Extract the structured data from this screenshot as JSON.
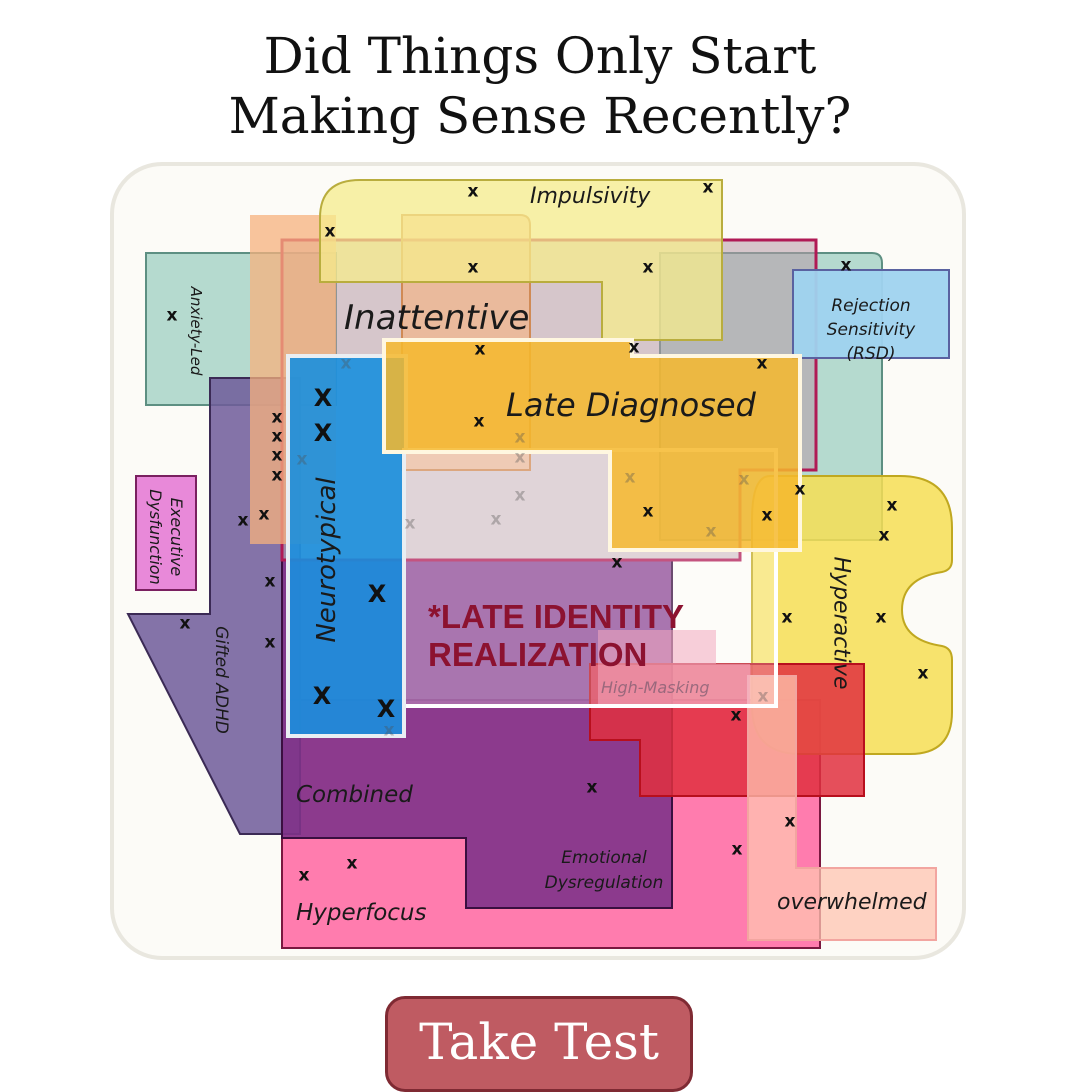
{
  "title_line1": "Did Things Only Start",
  "title_line2": "Making Sense Recently?",
  "regions": {
    "impulsivity": "Impulsivity",
    "inattentive": "Inattentive",
    "anxiety_led": "Anxiety-Led",
    "rejection_sensitivity": "Rejection Sensitivity (RSD)",
    "late_diagnosed": "Late Diagnosed",
    "neurotypical": "Neurotypical",
    "executive_dysfunction": "Executive Dysfunction",
    "gifted_adhd": "Gifted ADHD",
    "hyperactive": "Hyperactive",
    "high_masking": "High-Masking",
    "combined": "Combined",
    "emotional_dysregulation": "Emotional Dysregulation",
    "hyperfocus": "Hyperfocus",
    "overwhelmed": "overwhelmed"
  },
  "highlight": "*LATE IDENTITY REALIZATION",
  "marker": "x",
  "marker_big": "X",
  "cta_label": "Take Test",
  "colors": {
    "impulsivity": "#f5ec8c",
    "inattentive_stroke": "#b01a55",
    "anxiety": "#86c4b4",
    "rsd": "#9fd3ef",
    "late_diagnosed": "#f6b82d",
    "neurotypical": "#1a8fde",
    "executive": "#e889d9",
    "gifted": "#6e5a9a",
    "hyperactive": "#f6de55",
    "combined": "#7f3389",
    "hyperfocus": "#ff6ea5",
    "red": "#e03040",
    "overwhelmed": "#ffc4b0",
    "highlight": "#8c1230",
    "cta": "#bf5b62"
  }
}
